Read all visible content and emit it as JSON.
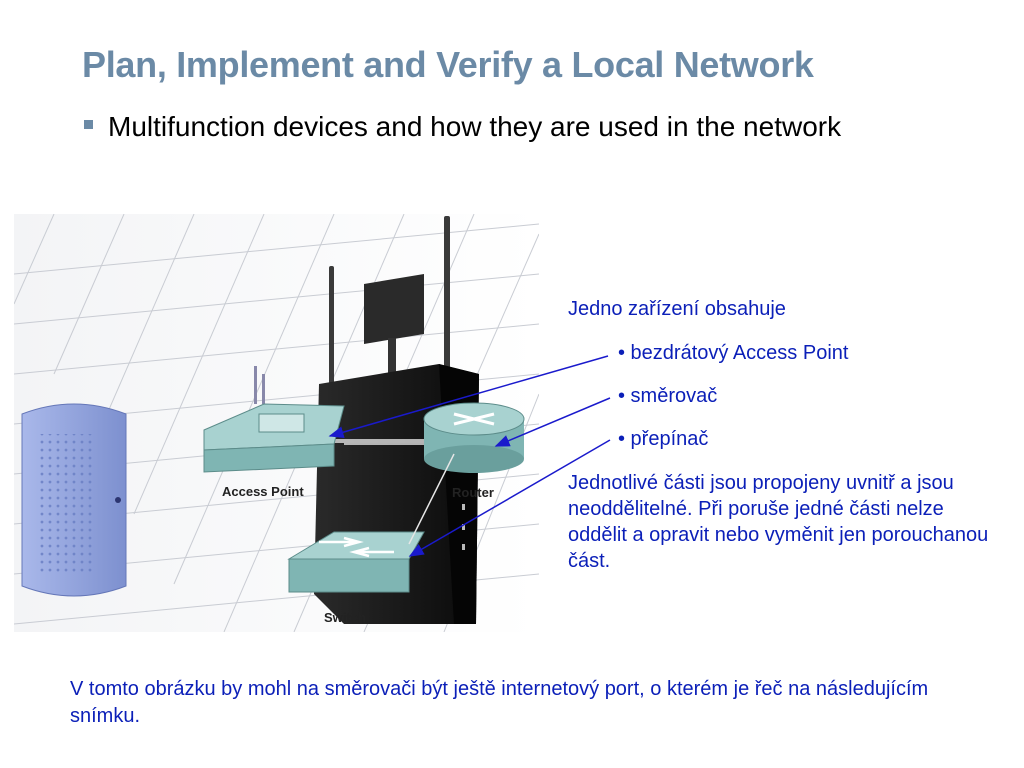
{
  "slide": {
    "title": "Plan, Implement and Verify a Local Network",
    "bullet": "Multifunction devices and how they are used in the network"
  },
  "figure": {
    "labels": {
      "access_point": "Access Point",
      "router": "Router",
      "switch": "Switch"
    },
    "colors": {
      "device_teal": "#7fb5b3",
      "device_body": "#141414",
      "modem_blue": "#8fa2dc",
      "arrow": "#1a1acc"
    }
  },
  "callout": {
    "intro": "Jedno zařízení obsahuje",
    "items": [
      "• bezdrátový Access Point",
      "• směrovač",
      "• přepínač"
    ],
    "description": "Jednotlivé části jsou propojeny uvnitř a jsou neoddělitelné. Při poruše jedné části nelze oddělit a opravit nebo vyměnit jen porouchanou část."
  },
  "note": "V tomto obrázku by mohl na směrovači být ještě internetový port, o kterém je řeč na následujícím snímku.",
  "theme": {
    "title_color": "#6b8aa6",
    "callout_color": "#0b1fb8"
  }
}
